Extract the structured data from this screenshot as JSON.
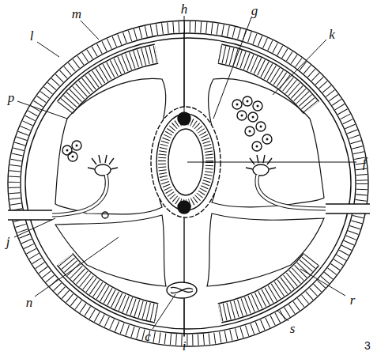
{
  "diagram": {
    "labels": [
      "l",
      "m",
      "h",
      "g",
      "k",
      "p",
      "f",
      "j",
      "n",
      "c",
      "i",
      "r",
      "s",
      "3"
    ]
  }
}
